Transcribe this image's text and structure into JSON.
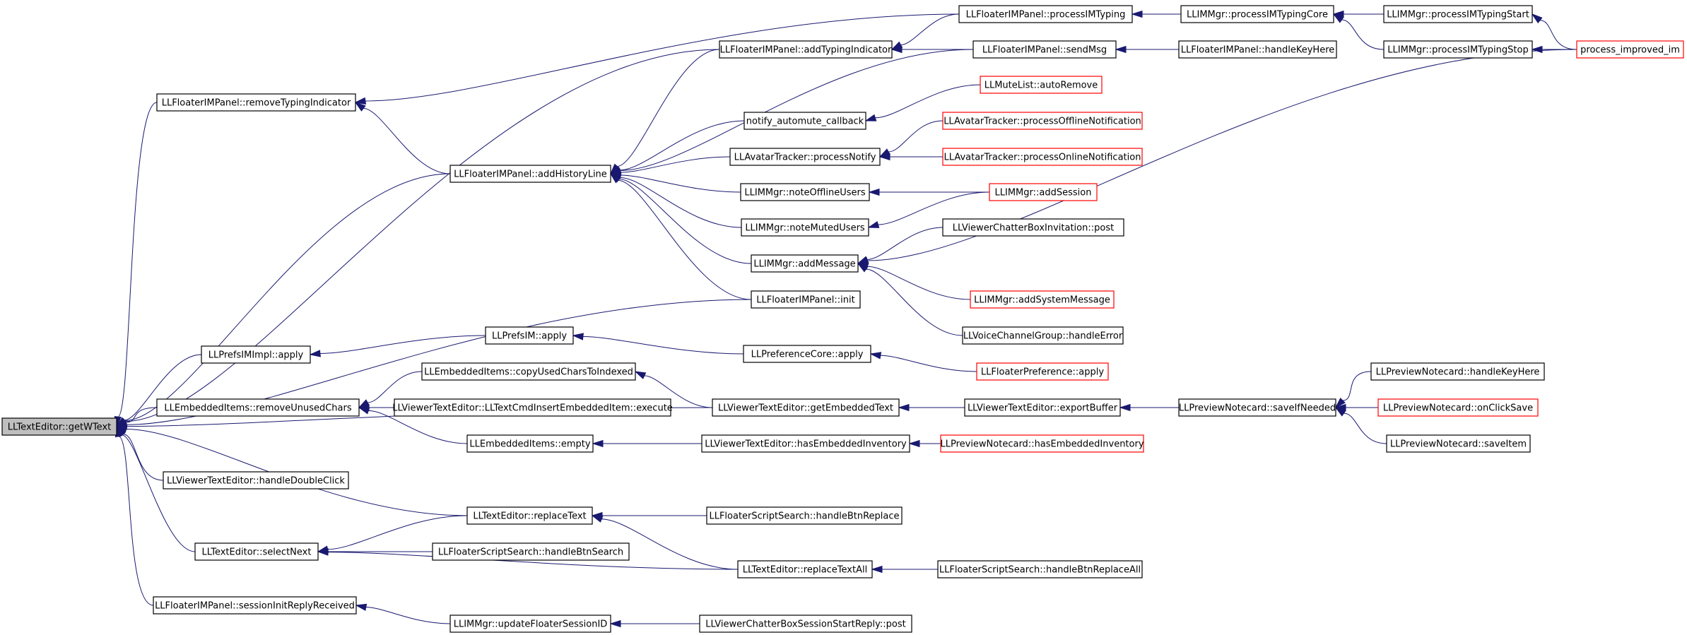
{
  "colors": {
    "edge": "#191970",
    "root_fill": "#bfbfbf",
    "node_fill": "#ffffff",
    "border_default": "#000000",
    "border_truncated": "#ff0000"
  },
  "nodes": [
    {
      "id": "getWText",
      "label": "LLTextEditor::getWText",
      "style": "root"
    },
    {
      "id": "removeTypingIndicator",
      "label": "LLFloaterIMPanel::removeTypingIndicator",
      "style": "normal"
    },
    {
      "id": "addHistoryLine",
      "label": "LLFloaterIMPanel::addHistoryLine",
      "style": "normal"
    },
    {
      "id": "prefsIMImplApply",
      "label": "LLPrefsIMImpl::apply",
      "style": "normal"
    },
    {
      "id": "removeUnusedChars",
      "label": "LLEmbeddedItems::removeUnusedChars",
      "style": "normal"
    },
    {
      "id": "handleDoubleClick",
      "label": "LLViewerTextEditor::handleDoubleClick",
      "style": "normal"
    },
    {
      "id": "replaceText",
      "label": "LLTextEditor::replaceText",
      "style": "normal"
    },
    {
      "id": "selectNext",
      "label": "LLTextEditor::selectNext",
      "style": "normal"
    },
    {
      "id": "sessionInitReplyReceived",
      "label": "LLFloaterIMPanel::sessionInitReplyReceived",
      "style": "normal"
    },
    {
      "id": "processIMTyping",
      "label": "LLFloaterIMPanel::processIMTyping",
      "style": "normal"
    },
    {
      "id": "addTypingIndicator",
      "label": "LLFloaterIMPanel::addTypingIndicator",
      "style": "normal"
    },
    {
      "id": "notifyAutomute",
      "label": "notify_automute_callback",
      "style": "normal"
    },
    {
      "id": "avatarProcessNotify",
      "label": "LLAvatarTracker::processNotify",
      "style": "normal"
    },
    {
      "id": "noteOfflineUsers",
      "label": "LLIMMgr::noteOfflineUsers",
      "style": "normal"
    },
    {
      "id": "noteMutedUsers",
      "label": "LLIMMgr::noteMutedUsers",
      "style": "normal"
    },
    {
      "id": "addMessage",
      "label": "LLIMMgr::addMessage",
      "style": "normal"
    },
    {
      "id": "floaterIMInit",
      "label": "LLFloaterIMPanel::init",
      "style": "normal"
    },
    {
      "id": "prefsIMApply",
      "label": "LLPrefsIM::apply",
      "style": "normal"
    },
    {
      "id": "copyUsedChars",
      "label": "LLEmbeddedItems::copyUsedCharsToIndexed",
      "style": "normal"
    },
    {
      "id": "cmdInsertExecute",
      "label": "LLViewerTextEditor::LLTextCmdInsertEmbeddedItem::execute",
      "style": "normal"
    },
    {
      "id": "embeddedEmpty",
      "label": "LLEmbeddedItems::empty",
      "style": "normal"
    },
    {
      "id": "scriptHandleBtnSearch",
      "label": "LLFloaterScriptSearch::handleBtnSearch",
      "style": "normal"
    },
    {
      "id": "replaceTextAll",
      "label": "LLTextEditor::replaceTextAll",
      "style": "normal"
    },
    {
      "id": "updateFloaterSessionID",
      "label": "LLIMMgr::updateFloaterSessionID",
      "style": "normal"
    },
    {
      "id": "imMgrProcessIMTypingCore",
      "label": "LLIMMgr::processIMTypingCore",
      "style": "normal"
    },
    {
      "id": "sendMsg",
      "label": "LLFloaterIMPanel::sendMsg",
      "style": "normal"
    },
    {
      "id": "muteAutoRemove",
      "label": "LLMuteList::autoRemove",
      "style": "truncated"
    },
    {
      "id": "processOfflineNotification",
      "label": "LLAvatarTracker::processOfflineNotification",
      "style": "truncated"
    },
    {
      "id": "processOnlineNotification",
      "label": "LLAvatarTracker::processOnlineNotification",
      "style": "truncated"
    },
    {
      "id": "addSession",
      "label": "LLIMMgr::addSession",
      "style": "truncated"
    },
    {
      "id": "chatterBoxInvitationPost",
      "label": "LLViewerChatterBoxInvitation::post",
      "style": "normal"
    },
    {
      "id": "addSystemMessage",
      "label": "LLIMMgr::addSystemMessage",
      "style": "truncated"
    },
    {
      "id": "voiceHandleError",
      "label": "LLVoiceChannelGroup::handleError",
      "style": "normal"
    },
    {
      "id": "preferenceCoreApply",
      "label": "LLPreferenceCore::apply",
      "style": "normal"
    },
    {
      "id": "getEmbeddedText",
      "label": "LLViewerTextEditor::getEmbeddedText",
      "style": "normal"
    },
    {
      "id": "hasEmbeddedInventory",
      "label": "LLViewerTextEditor::hasEmbeddedInventory",
      "style": "normal"
    },
    {
      "id": "scriptHandleBtnReplace",
      "label": "LLFloaterScriptSearch::handleBtnReplace",
      "style": "normal"
    },
    {
      "id": "scriptHandleBtnReplaceAll",
      "label": "LLFloaterScriptSearch::handleBtnReplaceAll",
      "style": "normal"
    },
    {
      "id": "sessionStartReplyPost",
      "label": "LLViewerChatterBoxSessionStartReply::post",
      "style": "normal"
    },
    {
      "id": "imMgrProcessIMTypingStart",
      "label": "LLIMMgr::processIMTypingStart",
      "style": "normal"
    },
    {
      "id": "imMgrProcessIMTypingStop",
      "label": "LLIMMgr::processIMTypingStop",
      "style": "normal"
    },
    {
      "id": "floaterHandleKeyHere",
      "label": "LLFloaterIMPanel::handleKeyHere",
      "style": "normal"
    },
    {
      "id": "floaterPreferenceApply",
      "label": "LLFloaterPreference::apply",
      "style": "truncated"
    },
    {
      "id": "exportBuffer",
      "label": "LLViewerTextEditor::exportBuffer",
      "style": "normal"
    },
    {
      "id": "previewHasEmbeddedInventory",
      "label": "LLPreviewNotecard::hasEmbeddedInventory",
      "style": "truncated"
    },
    {
      "id": "processImprovedIm",
      "label": "process_improved_im",
      "style": "truncated"
    },
    {
      "id": "saveIfNeeded",
      "label": "LLPreviewNotecard::saveIfNeeded",
      "style": "normal"
    },
    {
      "id": "previewHandleKeyHere",
      "label": "LLPreviewNotecard::handleKeyHere",
      "style": "normal"
    },
    {
      "id": "previewOnClickSave",
      "label": "LLPreviewNotecard::onClickSave",
      "style": "truncated"
    },
    {
      "id": "previewSaveItem",
      "label": "LLPreviewNotecard::saveItem",
      "style": "normal"
    }
  ],
  "edges": [
    [
      "removeTypingIndicator",
      "getWText"
    ],
    [
      "addHistoryLine",
      "getWText"
    ],
    [
      "prefsIMImplApply",
      "getWText"
    ],
    [
      "removeUnusedChars",
      "getWText"
    ],
    [
      "handleDoubleClick",
      "getWText"
    ],
    [
      "replaceText",
      "getWText"
    ],
    [
      "selectNext",
      "getWText"
    ],
    [
      "sessionInitReplyReceived",
      "getWText"
    ],
    [
      "floaterIMInit",
      "getWText"
    ],
    [
      "getEmbeddedText",
      "getWText"
    ],
    [
      "addTypingIndicator",
      "getWText"
    ],
    [
      "processIMTyping",
      "removeTypingIndicator"
    ],
    [
      "addHistoryLine",
      "removeTypingIndicator"
    ],
    [
      "addTypingIndicator",
      "addHistoryLine"
    ],
    [
      "sendMsg",
      "addHistoryLine"
    ],
    [
      "notifyAutomute",
      "addHistoryLine"
    ],
    [
      "avatarProcessNotify",
      "addHistoryLine"
    ],
    [
      "noteOfflineUsers",
      "addHistoryLine"
    ],
    [
      "noteMutedUsers",
      "addHistoryLine"
    ],
    [
      "addMessage",
      "addHistoryLine"
    ],
    [
      "floaterIMInit",
      "addHistoryLine"
    ],
    [
      "prefsIMApply",
      "prefsIMImplApply"
    ],
    [
      "copyUsedChars",
      "removeUnusedChars"
    ],
    [
      "cmdInsertExecute",
      "removeUnusedChars"
    ],
    [
      "embeddedEmpty",
      "removeUnusedChars"
    ],
    [
      "getEmbeddedText",
      "copyUsedChars"
    ],
    [
      "hasEmbeddedInventory",
      "embeddedEmpty"
    ],
    [
      "scriptHandleBtnReplace",
      "replaceText"
    ],
    [
      "replaceTextAll",
      "replaceText"
    ],
    [
      "replaceText",
      "selectNext"
    ],
    [
      "scriptHandleBtnSearch",
      "selectNext"
    ],
    [
      "replaceTextAll",
      "selectNext"
    ],
    [
      "scriptHandleBtnReplaceAll",
      "replaceTextAll"
    ],
    [
      "updateFloaterSessionID",
      "sessionInitReplyReceived"
    ],
    [
      "sessionStartReplyPost",
      "updateFloaterSessionID"
    ],
    [
      "imMgrProcessIMTypingCore",
      "processIMTyping"
    ],
    [
      "processIMTyping",
      "addTypingIndicator"
    ],
    [
      "sendMsg",
      "addTypingIndicator"
    ],
    [
      "floaterHandleKeyHere",
      "sendMsg"
    ],
    [
      "imMgrProcessIMTypingStart",
      "imMgrProcessIMTypingCore"
    ],
    [
      "imMgrProcessIMTypingStop",
      "imMgrProcessIMTypingCore"
    ],
    [
      "processImprovedIm",
      "imMgrProcessIMTypingStart"
    ],
    [
      "processImprovedIm",
      "imMgrProcessIMTypingStop"
    ],
    [
      "muteAutoRemove",
      "notifyAutomute"
    ],
    [
      "processOfflineNotification",
      "avatarProcessNotify"
    ],
    [
      "processOnlineNotification",
      "avatarProcessNotify"
    ],
    [
      "addSession",
      "noteOfflineUsers"
    ],
    [
      "addSession",
      "noteMutedUsers"
    ],
    [
      "chatterBoxInvitationPost",
      "addMessage"
    ],
    [
      "processImprovedIm",
      "addMessage"
    ],
    [
      "addSystemMessage",
      "addMessage"
    ],
    [
      "voiceHandleError",
      "addMessage"
    ],
    [
      "preferenceCoreApply",
      "prefsIMApply"
    ],
    [
      "floaterPreferenceApply",
      "preferenceCoreApply"
    ],
    [
      "exportBuffer",
      "getEmbeddedText"
    ],
    [
      "previewHasEmbeddedInventory",
      "hasEmbeddedInventory"
    ],
    [
      "saveIfNeeded",
      "exportBuffer"
    ],
    [
      "previewHandleKeyHere",
      "saveIfNeeded"
    ],
    [
      "previewOnClickSave",
      "saveIfNeeded"
    ],
    [
      "previewSaveItem",
      "saveIfNeeded"
    ]
  ]
}
